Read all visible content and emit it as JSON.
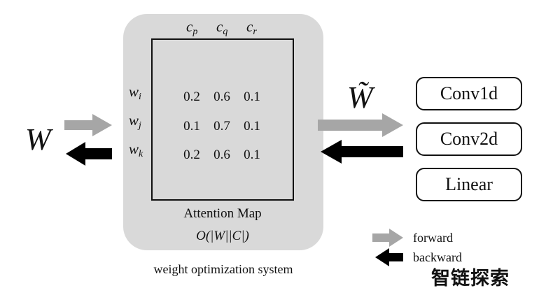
{
  "diagram": {
    "outer_weight": "W",
    "tilde_weight": "W̃",
    "columns": [
      {
        "base": "c",
        "sub": "p"
      },
      {
        "base": "c",
        "sub": "q"
      },
      {
        "base": "c",
        "sub": "r"
      }
    ],
    "rows": [
      {
        "base": "w",
        "sub": "i",
        "values": [
          "0.2",
          "0.6",
          "0.1"
        ]
      },
      {
        "base": "w",
        "sub": "j",
        "values": [
          "0.1",
          "0.7",
          "0.1"
        ]
      },
      {
        "base": "w",
        "sub": "k",
        "values": [
          "0.2",
          "0.6",
          "0.1"
        ]
      }
    ],
    "matrix_caption": "Attention Map",
    "complexity": "O(|W||C|)",
    "system_caption": "weight optimization system",
    "layers": [
      "Conv1d",
      "Conv2d",
      "Linear"
    ],
    "legend": {
      "forward_label": "forward",
      "backward_label": "backward",
      "forward_color": "#a6a6a6",
      "backward_color": "#000000"
    },
    "watermark": "智链探索"
  }
}
